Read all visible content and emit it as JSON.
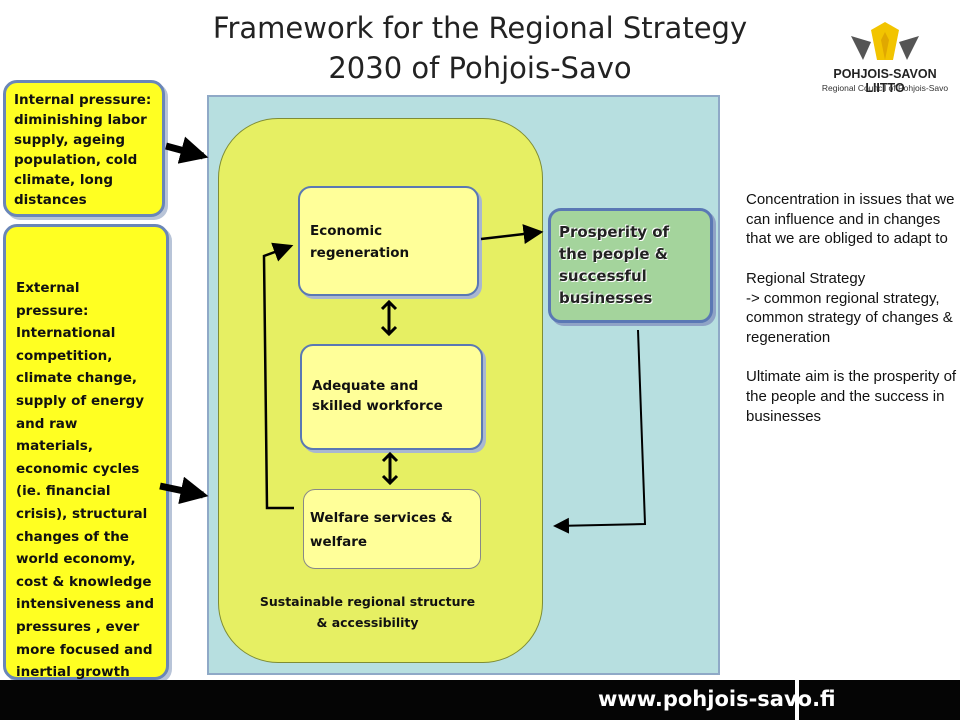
{
  "title": {
    "line1": "Framework for the Regional Strategy",
    "line2": "2030 of Pohjois-Savo"
  },
  "logo": {
    "name": "POHJOIS-SAVON LIITTO",
    "subtitle": "Regional Council of Pohjois-Savo"
  },
  "pressures": {
    "internal": "Internal pressure: diminishing labor supply, ageing population, cold climate, long distances",
    "external": "External pressure: International competition, climate change, supply of energy and raw materials, economic cycles (ie. financial crisis),  structural changes of the world economy, cost & knowledge intensiveness and pressures , ever more focused and inertial growth"
  },
  "inner": {
    "economic": "Economic regeneration",
    "workforce": "Adequate and skilled workforce",
    "welfare": "Welfare services & welfare",
    "sustainable": "Sustainable  regional structure  & accessibility"
  },
  "outcome": "Prosperity of the people & successful businesses",
  "side_text": {
    "p1": "Concentration in issues that we can influence and in changes that we are obliged to adapt to",
    "p2a": "Regional Strategy",
    "p2b": "-> common regional strategy,",
    "p2c": "common strategy of changes & regeneration",
    "p3": "Ultimate aim is the prosperity of the people and the success in businesses"
  },
  "footer": {
    "url": "www.pohjois-savo.fi"
  },
  "colors": {
    "pressure_fill": "#ffff22",
    "panel_fill": "#b7dfe0",
    "strategy_fill": "#e6ef63",
    "inner_box_fill": "#ffff99",
    "outcome_fill": "#a4d49c",
    "footer_bg": "#050505"
  }
}
